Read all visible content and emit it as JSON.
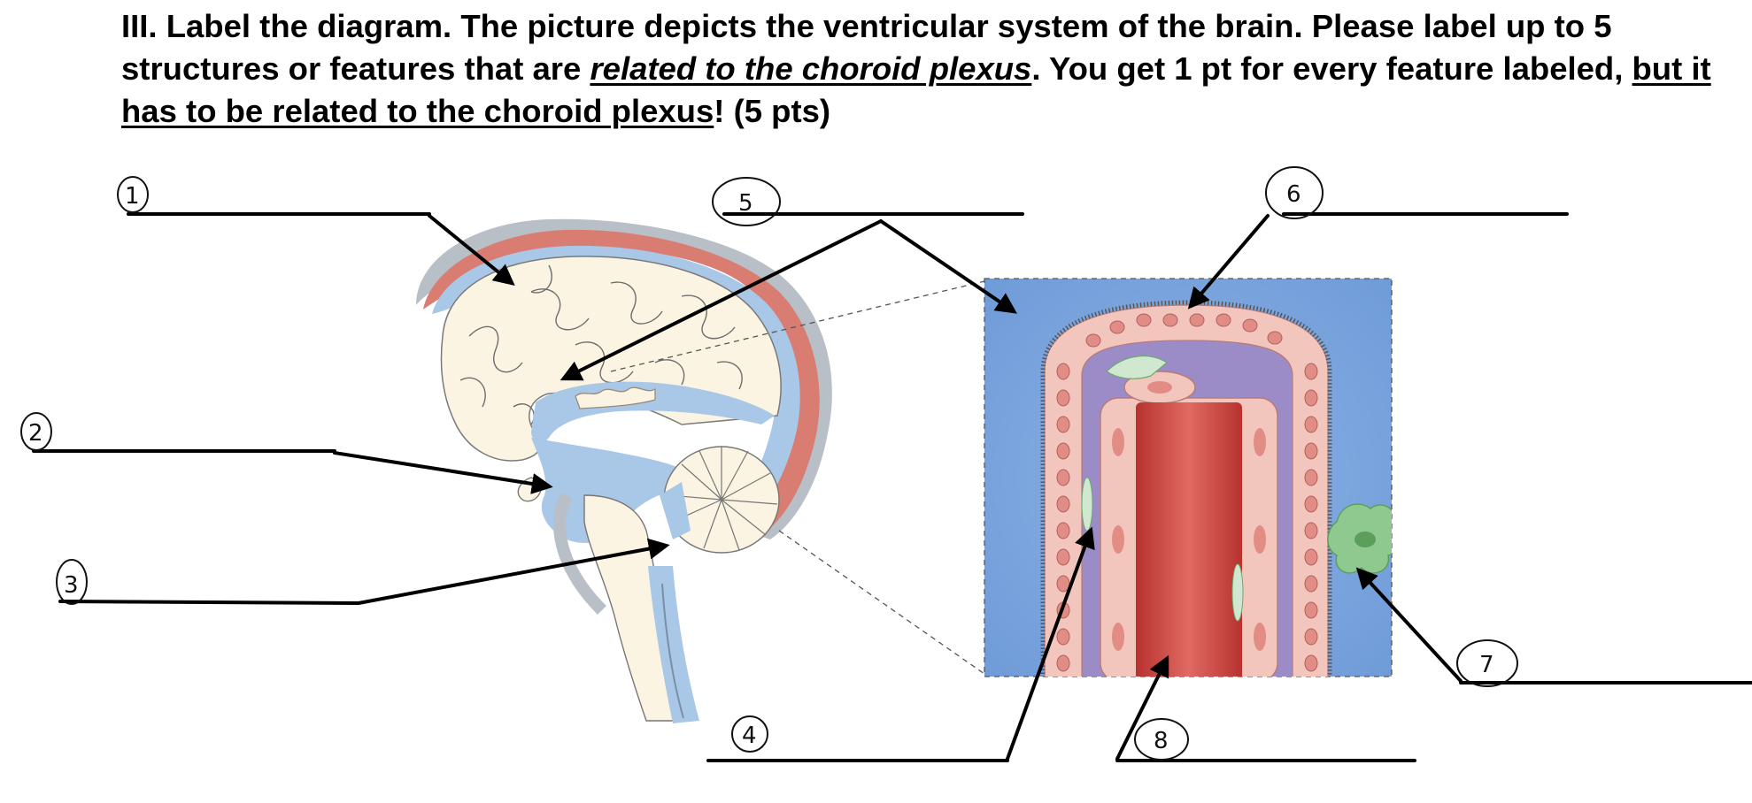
{
  "question": {
    "part1": "III. Label the diagram. The picture depicts the ventricular system of the brain. Please label up to 5 structures or features that are ",
    "emphasis": "related to the choroid plexus",
    "part2": ". You get 1 pt for every feature labeled, ",
    "underlined": "but it has to be related to the choroid plexus",
    "part3": "! (5 pts)"
  },
  "labels": [
    "1",
    "2",
    "3",
    "4",
    "5",
    "6",
    "7",
    "8"
  ],
  "colors": {
    "csf_blue": "#a9c7e6",
    "dura_red": "#d97c72",
    "brain_cream": "#fbf4e2",
    "inset_blue": "#6f9bd8",
    "purple": "#9b8bc6",
    "cell_pink": "#f3c6bd",
    "nucleus": "#e18d86",
    "vessel_red": "#c9423f",
    "macrophage_green": "#8fc98f"
  }
}
